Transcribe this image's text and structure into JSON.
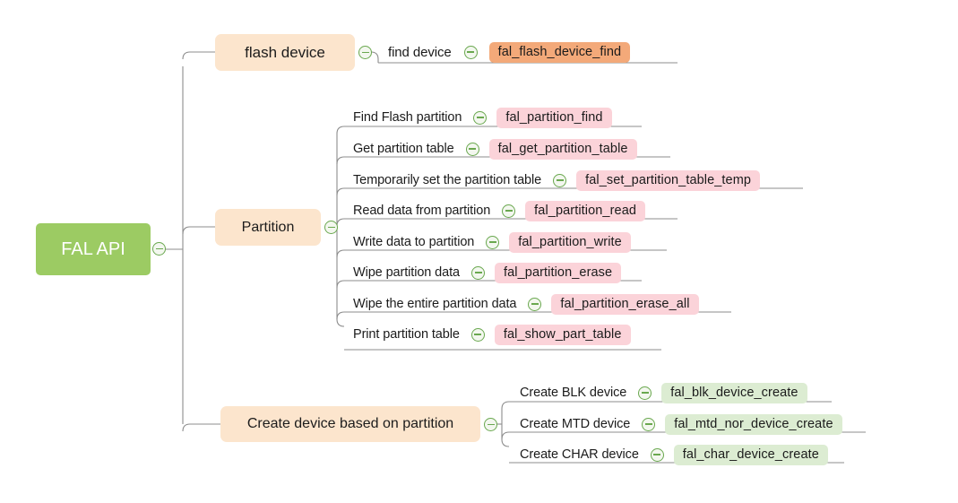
{
  "diagram": {
    "title": "FAL API",
    "type": "mindmap",
    "toggle_icon": "collapse-minus-circle-icon",
    "colors": {
      "root_fill": "#9ccb63",
      "root_text": "#ffffff",
      "branch_fill": "#fce5cd",
      "badge_salmon": "#f3a979",
      "badge_pink": "#fbd3d9",
      "badge_green": "#dcecd2",
      "connector": "#8d8d8d",
      "toggle_stroke": "#6aa84f",
      "background": "#ffffff"
    }
  },
  "root": {
    "label": "FAL API"
  },
  "branches": [
    {
      "label": "flash device",
      "badge_style": "salmon",
      "children": [
        {
          "label": "find device",
          "api": "fal_flash_device_find"
        }
      ]
    },
    {
      "label": "Partition",
      "badge_style": "pink",
      "children": [
        {
          "label": "Find Flash partition",
          "api": "fal_partition_find"
        },
        {
          "label": "Get partition table",
          "api": "fal_get_partition_table"
        },
        {
          "label": "Temporarily set the partition table",
          "api": "fal_set_partition_table_temp"
        },
        {
          "label": "Read data from partition",
          "api": "fal_partition_read"
        },
        {
          "label": "Write data to partition",
          "api": "fal_partition_write"
        },
        {
          "label": "Wipe partition data",
          "api": "fal_partition_erase"
        },
        {
          "label": "Wipe the entire partition data",
          "api": "fal_partition_erase_all"
        },
        {
          "label": "Print partition table",
          "api": "fal_show_part_table"
        }
      ]
    },
    {
      "label": "Create device based on partition",
      "badge_style": "green",
      "children": [
        {
          "label": "Create BLK device",
          "api": "fal_blk_device_create"
        },
        {
          "label": "Create MTD device",
          "api": "fal_mtd_nor_device_create"
        },
        {
          "label": "Create CHAR device",
          "api": "fal_char_device_create"
        }
      ]
    }
  ]
}
